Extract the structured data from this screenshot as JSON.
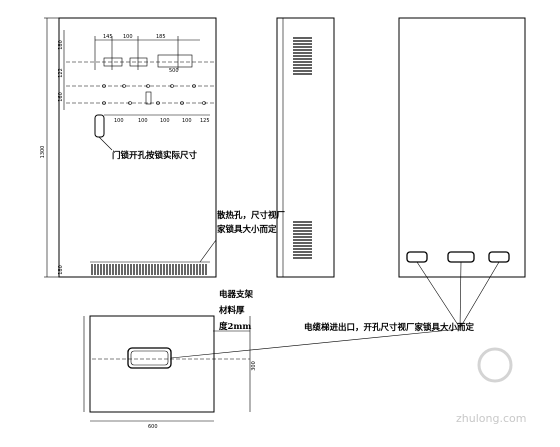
{
  "drawing": {
    "notes": {
      "door_lock": "门锁开孔按锁实际尺寸",
      "vent_line1": "散热孔，尺寸视厂",
      "vent_line2": "家锁具大小而定",
      "bracket_line1": "电器支架",
      "bracket_line2": "材料厚",
      "bracket_line3": "度2mm",
      "cable": "电缆梯进出口，开孔尺寸视厂家锁具大小而定"
    },
    "dimensions": {
      "height_total": "1300",
      "top_145": "145",
      "top_100": "100",
      "top_185": "185",
      "left_180": "180",
      "left_122": "122",
      "left_160": "160",
      "row_100a": "100",
      "row_100b": "100",
      "row_100c": "100",
      "row_100d": "100",
      "row_125": "125",
      "bottom_180": "180",
      "plate_width": "600",
      "plate_height": "300",
      "slot_label": "500"
    },
    "watermark": "zhulong.com"
  }
}
